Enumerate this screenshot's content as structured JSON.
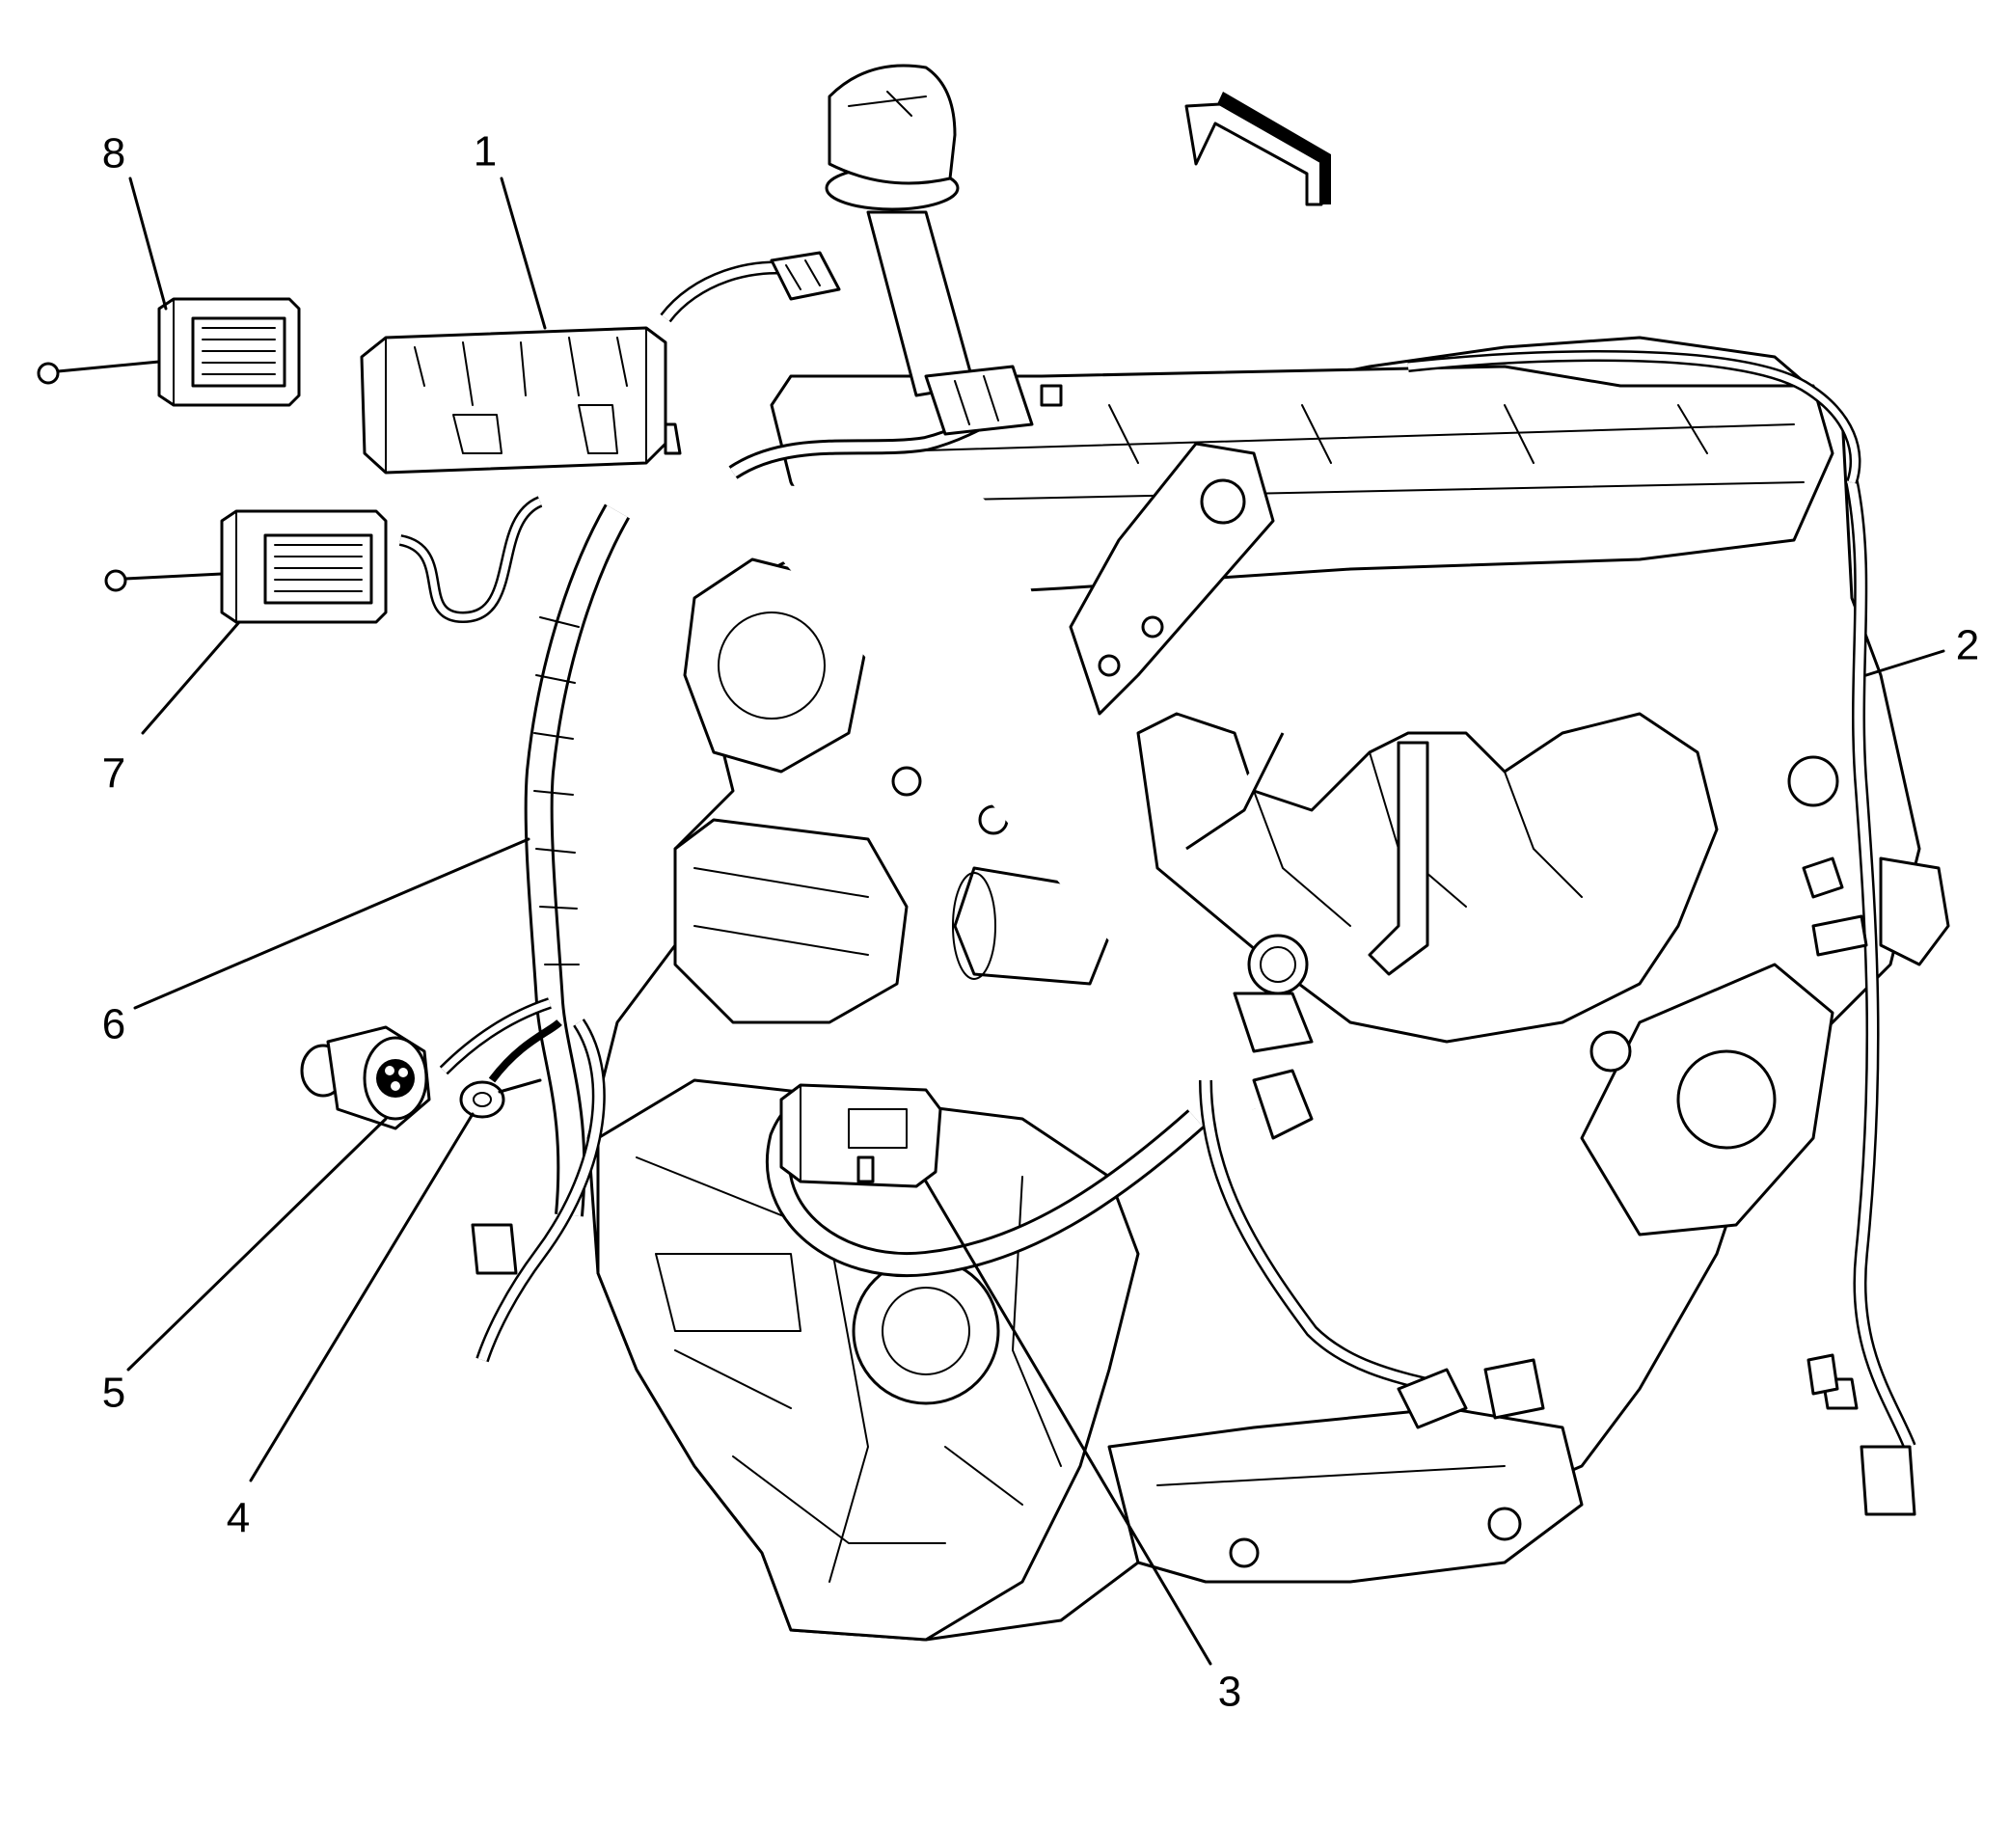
{
  "callouts": [
    {
      "id": "8",
      "text": "8"
    },
    {
      "id": "1",
      "text": "1"
    },
    {
      "id": "2",
      "text": "2"
    },
    {
      "id": "7",
      "text": "7"
    },
    {
      "id": "6",
      "text": "6"
    },
    {
      "id": "5",
      "text": "5"
    },
    {
      "id": "4",
      "text": "4"
    },
    {
      "id": "3",
      "text": "3"
    }
  ],
  "parts": [
    {
      "id": "1",
      "icon": "relay-box-icon"
    },
    {
      "id": "2",
      "icon": "harness-branch-icon"
    },
    {
      "id": "3",
      "icon": "harness-connector-icon"
    },
    {
      "id": "4",
      "icon": "ground-ring-terminal-icon"
    },
    {
      "id": "5",
      "icon": "round-connector-icon"
    },
    {
      "id": "6",
      "icon": "wiring-harness-icon"
    },
    {
      "id": "7",
      "icon": "ecm-connector-icon"
    },
    {
      "id": "8",
      "icon": "ecm-connector-icon"
    }
  ],
  "colors": {
    "ink": "#000000",
    "paper": "#ffffff"
  }
}
